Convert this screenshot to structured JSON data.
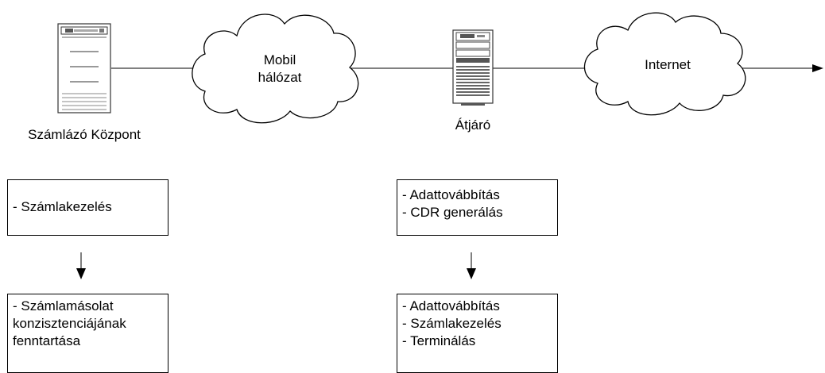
{
  "nodes": {
    "billing_center_label": "Számlázó Központ",
    "mobile_network_line1": "Mobil",
    "mobile_network_line2": "hálózat",
    "gateway_label": "Átjáró",
    "internet_label": "Internet"
  },
  "boxes": {
    "billing_before": [
      "- Számlakezelés"
    ],
    "billing_after": [
      "- Számlamásolat",
      "konzisztenciájának",
      "fenntartása"
    ],
    "gateway_before": [
      "- Adattovábbítás",
      "- CDR generálás"
    ],
    "gateway_after": [
      "- Adattovábbítás",
      "- Számlakezelés",
      "- Terminálás"
    ]
  }
}
